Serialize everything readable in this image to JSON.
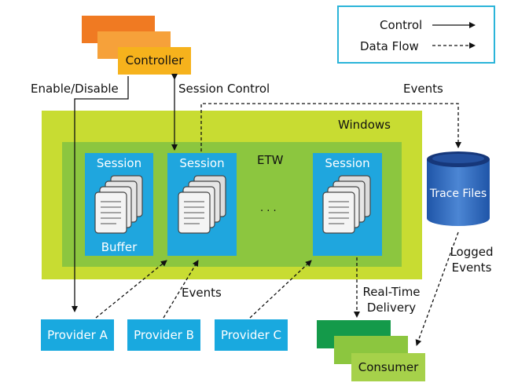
{
  "legend": {
    "control_label": "Control",
    "data_flow_label": "Data Flow"
  },
  "controller": {
    "label": "Controller"
  },
  "labels": {
    "enable_disable": "Enable/Disable",
    "session_control": "Session Control",
    "events_top": "Events",
    "events_bottom": "Events",
    "logged_events": "Logged\nEvents",
    "real_time_delivery": "Real-Time\nDelivery",
    "windows": "Windows",
    "etw": "ETW",
    "ellipsis": ". . ."
  },
  "sessions": [
    {
      "label": "Session",
      "buffer_label": "Buffer"
    },
    {
      "label": "Session"
    },
    {
      "label": "Session"
    }
  ],
  "trace_files": {
    "label": "Trace Files"
  },
  "providers": [
    {
      "label": "Provider A"
    },
    {
      "label": "Provider B"
    },
    {
      "label": "Provider C"
    }
  ],
  "consumer": {
    "label": "Consumer"
  },
  "colors": {
    "controller_back": "#f07a22",
    "controller_mid": "#f6a13a",
    "controller_front": "#f6b21c",
    "windows_box": "#c8dc32",
    "etw_box": "#8cc63f",
    "session": "#1fa6de",
    "provider": "#19a9df",
    "consumer_back": "#149a4a",
    "consumer_mid": "#8cc63f",
    "consumer_front": "#a6d14a",
    "legend_border": "#2bb4d9",
    "trace_files": "#2c67b8"
  }
}
